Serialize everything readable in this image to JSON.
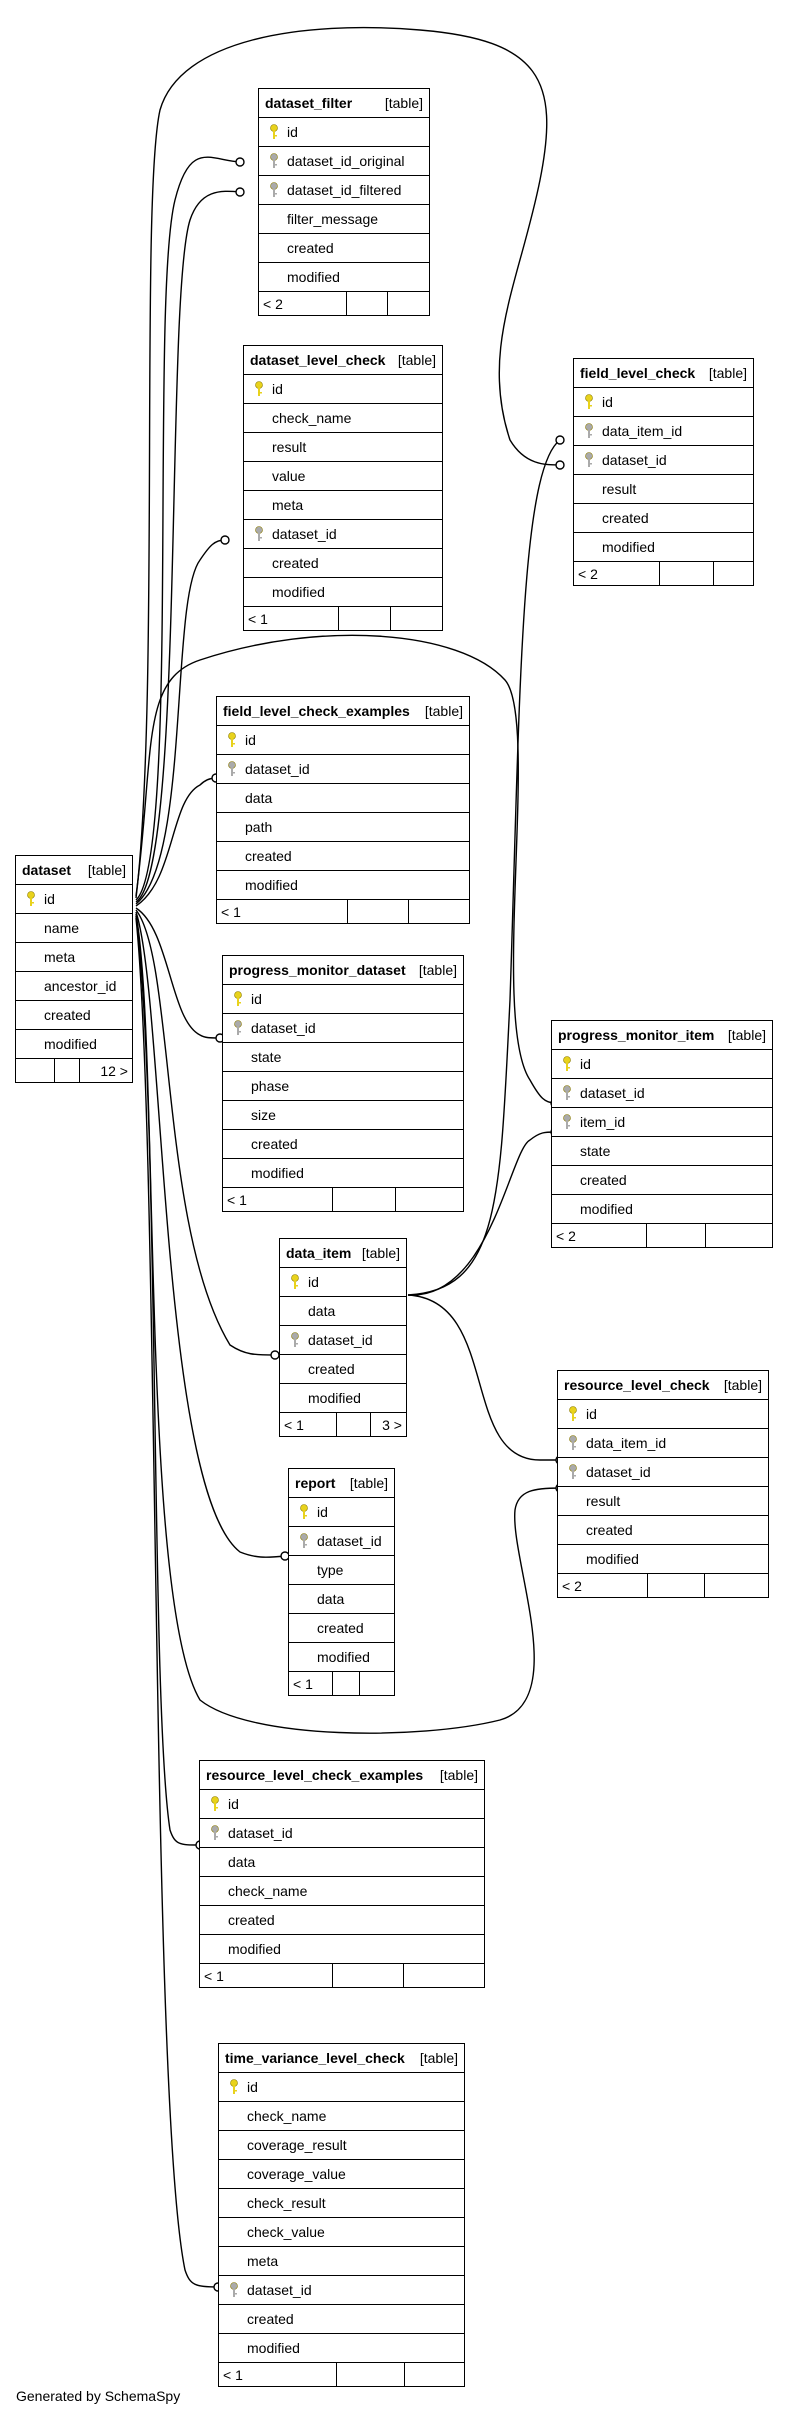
{
  "kind_label": "[table]",
  "key_icon_color": "#e8d21c",
  "fk_icon_color": "#aaaaaa",
  "credit": "Generated by SchemaSpy",
  "tables": [
    {
      "name": "dataset_filter",
      "columns": [
        {
          "name": "id",
          "key": "pk"
        },
        {
          "name": "dataset_id_original",
          "key": "fk"
        },
        {
          "name": "dataset_id_filtered",
          "key": "fk"
        },
        {
          "name": "filter_message",
          "key": ""
        },
        {
          "name": "created",
          "key": ""
        },
        {
          "name": "modified",
          "key": ""
        }
      ],
      "footer": [
        "< 2",
        "",
        ""
      ]
    },
    {
      "name": "dataset_level_check",
      "columns": [
        {
          "name": "id",
          "key": "pk"
        },
        {
          "name": "check_name",
          "key": ""
        },
        {
          "name": "result",
          "key": ""
        },
        {
          "name": "value",
          "key": ""
        },
        {
          "name": "meta",
          "key": ""
        },
        {
          "name": "dataset_id",
          "key": "fk"
        },
        {
          "name": "created",
          "key": ""
        },
        {
          "name": "modified",
          "key": ""
        }
      ],
      "footer": [
        "< 1",
        "",
        ""
      ]
    },
    {
      "name": "field_level_check",
      "columns": [
        {
          "name": "id",
          "key": "pk"
        },
        {
          "name": "data_item_id",
          "key": "fk"
        },
        {
          "name": "dataset_id",
          "key": "fk"
        },
        {
          "name": "result",
          "key": ""
        },
        {
          "name": "created",
          "key": ""
        },
        {
          "name": "modified",
          "key": ""
        }
      ],
      "footer": [
        "< 2",
        "",
        ""
      ]
    },
    {
      "name": "field_level_check_examples",
      "columns": [
        {
          "name": "id",
          "key": "pk"
        },
        {
          "name": "dataset_id",
          "key": "fk"
        },
        {
          "name": "data",
          "key": ""
        },
        {
          "name": "path",
          "key": ""
        },
        {
          "name": "created",
          "key": ""
        },
        {
          "name": "modified",
          "key": ""
        }
      ],
      "footer": [
        "< 1",
        "",
        ""
      ]
    },
    {
      "name": "dataset",
      "columns": [
        {
          "name": "id",
          "key": "pk"
        },
        {
          "name": "name",
          "key": ""
        },
        {
          "name": "meta",
          "key": ""
        },
        {
          "name": "ancestor_id",
          "key": ""
        },
        {
          "name": "created",
          "key": ""
        },
        {
          "name": "modified",
          "key": ""
        }
      ],
      "footer": [
        "",
        "",
        "12 >"
      ]
    },
    {
      "name": "progress_monitor_dataset",
      "columns": [
        {
          "name": "id",
          "key": "pk"
        },
        {
          "name": "dataset_id",
          "key": "fk"
        },
        {
          "name": "state",
          "key": ""
        },
        {
          "name": "phase",
          "key": ""
        },
        {
          "name": "size",
          "key": ""
        },
        {
          "name": "created",
          "key": ""
        },
        {
          "name": "modified",
          "key": ""
        }
      ],
      "footer": [
        "< 1",
        "",
        ""
      ]
    },
    {
      "name": "progress_monitor_item",
      "columns": [
        {
          "name": "id",
          "key": "pk"
        },
        {
          "name": "dataset_id",
          "key": "fk"
        },
        {
          "name": "item_id",
          "key": "fk"
        },
        {
          "name": "state",
          "key": ""
        },
        {
          "name": "created",
          "key": ""
        },
        {
          "name": "modified",
          "key": ""
        }
      ],
      "footer": [
        "< 2",
        "",
        ""
      ]
    },
    {
      "name": "data_item",
      "columns": [
        {
          "name": "id",
          "key": "pk"
        },
        {
          "name": "data",
          "key": ""
        },
        {
          "name": "dataset_id",
          "key": "fk"
        },
        {
          "name": "created",
          "key": ""
        },
        {
          "name": "modified",
          "key": ""
        }
      ],
      "footer": [
        "< 1",
        "",
        "3 >"
      ]
    },
    {
      "name": "resource_level_check",
      "columns": [
        {
          "name": "id",
          "key": "pk"
        },
        {
          "name": "data_item_id",
          "key": "fk"
        },
        {
          "name": "dataset_id",
          "key": "fk"
        },
        {
          "name": "result",
          "key": ""
        },
        {
          "name": "created",
          "key": ""
        },
        {
          "name": "modified",
          "key": ""
        }
      ],
      "footer": [
        "< 2",
        "",
        ""
      ]
    },
    {
      "name": "report",
      "columns": [
        {
          "name": "id",
          "key": "pk"
        },
        {
          "name": "dataset_id",
          "key": "fk"
        },
        {
          "name": "type",
          "key": ""
        },
        {
          "name": "data",
          "key": ""
        },
        {
          "name": "created",
          "key": ""
        },
        {
          "name": "modified",
          "key": ""
        }
      ],
      "footer": [
        "< 1",
        "",
        ""
      ]
    },
    {
      "name": "resource_level_check_examples",
      "columns": [
        {
          "name": "id",
          "key": "pk"
        },
        {
          "name": "dataset_id",
          "key": "fk"
        },
        {
          "name": "data",
          "key": ""
        },
        {
          "name": "check_name",
          "key": ""
        },
        {
          "name": "created",
          "key": ""
        },
        {
          "name": "modified",
          "key": ""
        }
      ],
      "footer": [
        "< 1",
        "",
        ""
      ]
    },
    {
      "name": "time_variance_level_check",
      "columns": [
        {
          "name": "id",
          "key": "pk"
        },
        {
          "name": "check_name",
          "key": ""
        },
        {
          "name": "coverage_result",
          "key": ""
        },
        {
          "name": "coverage_value",
          "key": ""
        },
        {
          "name": "check_result",
          "key": ""
        },
        {
          "name": "check_value",
          "key": ""
        },
        {
          "name": "meta",
          "key": ""
        },
        {
          "name": "dataset_id",
          "key": "fk"
        },
        {
          "name": "created",
          "key": ""
        },
        {
          "name": "modified",
          "key": ""
        }
      ],
      "footer": [
        "< 1",
        "",
        ""
      ]
    }
  ]
}
